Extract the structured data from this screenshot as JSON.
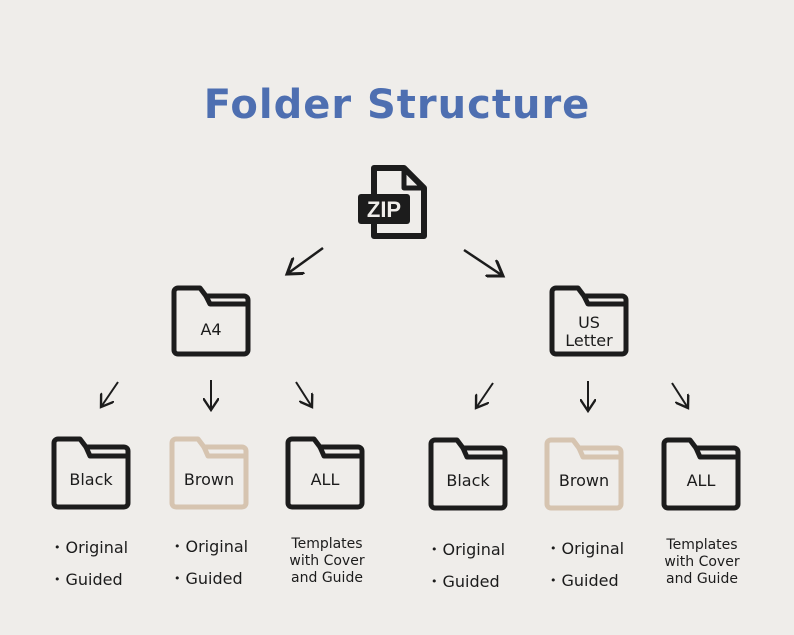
{
  "title": "Folder Structure",
  "colors": {
    "title": "#4e6fb1",
    "ink": "#1c1c1c",
    "brown": "#d6c4b0",
    "background": "#efedea"
  },
  "zip": {
    "label": "ZIP",
    "icon": "zip-file-icon"
  },
  "groups": [
    {
      "label_lines": [
        "A4"
      ],
      "folders": [
        {
          "label": "Black",
          "variant": "black",
          "items": [
            "Original",
            "Guided"
          ]
        },
        {
          "label": "Brown",
          "variant": "brown",
          "items": [
            "Original",
            "Guided"
          ]
        },
        {
          "label": "ALL",
          "variant": "black",
          "description": [
            "Templates",
            "with Cover",
            "and Guide"
          ]
        }
      ]
    },
    {
      "label_lines": [
        "US",
        "Letter"
      ],
      "folders": [
        {
          "label": "Black",
          "variant": "black",
          "items": [
            "Original",
            "Guided"
          ]
        },
        {
          "label": "Brown",
          "variant": "brown",
          "items": [
            "Original",
            "Guided"
          ]
        },
        {
          "label": "ALL",
          "variant": "black",
          "description": [
            "Templates",
            "with Cover",
            "and Guide"
          ]
        }
      ]
    }
  ]
}
